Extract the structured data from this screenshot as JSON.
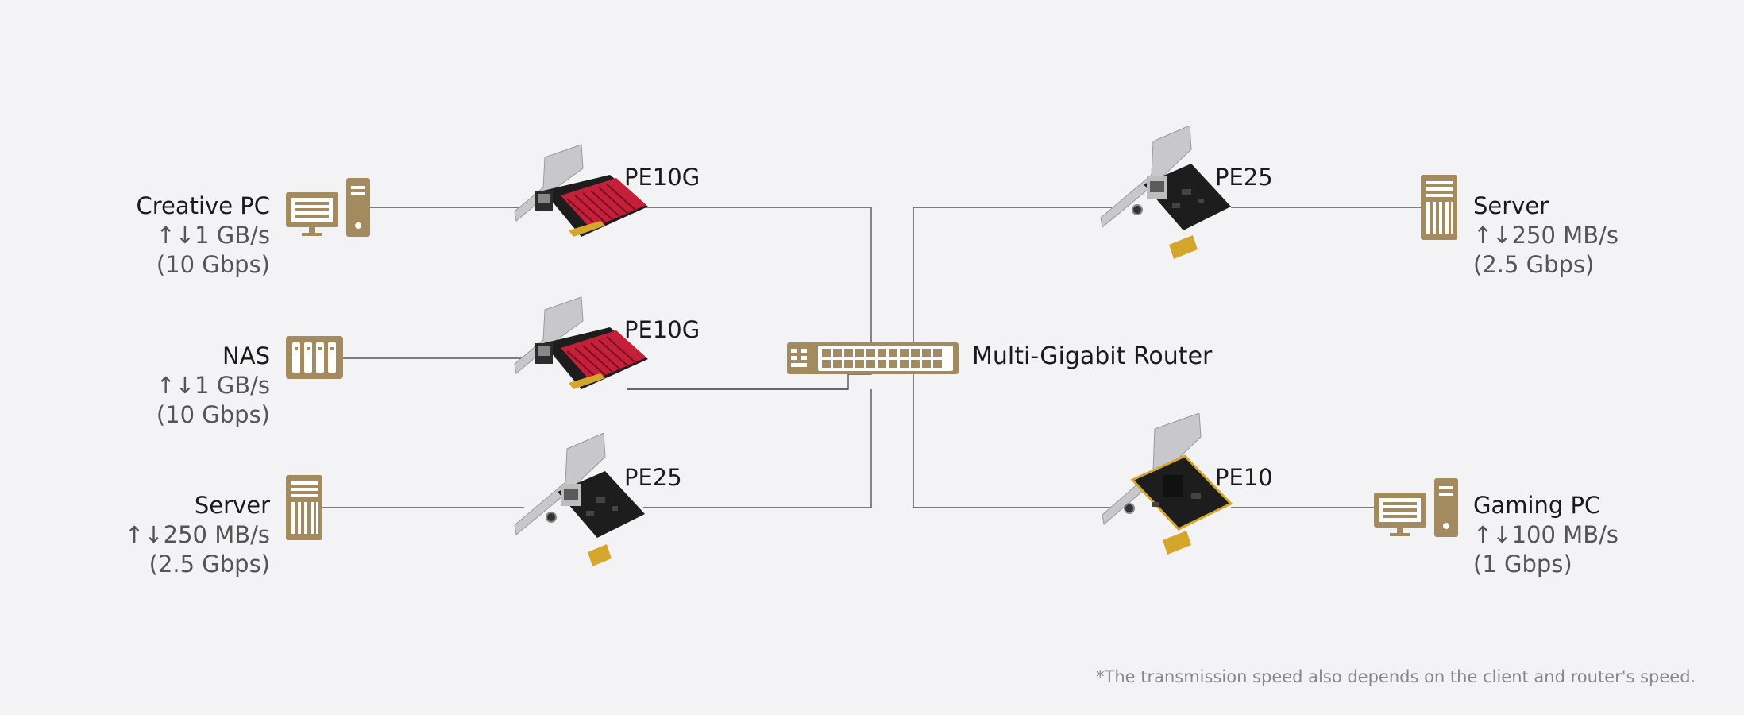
{
  "router": {
    "label": "Multi-Gigabit Router"
  },
  "cards": [
    {
      "id": "c1",
      "label": "PE10G"
    },
    {
      "id": "c2",
      "label": "PE10G"
    },
    {
      "id": "c3",
      "label": "PE25"
    },
    {
      "id": "c4",
      "label": "PE25"
    },
    {
      "id": "c5",
      "label": "PE10"
    }
  ],
  "devices": [
    {
      "id": "d1",
      "name": "Creative PC",
      "speed": "↑↓1 GB/s",
      "gbps": "(10 Gbps)",
      "icon": "desktop-pc-icon"
    },
    {
      "id": "d2",
      "name": "NAS",
      "speed": "↑↓1 GB/s",
      "gbps": "(10 Gbps)",
      "icon": "nas-icon"
    },
    {
      "id": "d3",
      "name": "Server",
      "speed": "↑↓250 MB/s",
      "gbps": "(2.5 Gbps)",
      "icon": "server-icon"
    },
    {
      "id": "d4",
      "name": "Server",
      "speed": "↑↓250 MB/s",
      "gbps": "(2.5 Gbps)",
      "icon": "server-icon"
    },
    {
      "id": "d5",
      "name": "Gaming PC",
      "speed": "↑↓100 MB/s",
      "gbps": "(1 Gbps)",
      "icon": "desktop-pc-icon"
    }
  ],
  "footnote": "*The transmission speed also depends on the client and router's speed.",
  "colors": {
    "accent": "#a48a5f",
    "line": "#555555",
    "card_red": "#c4203a",
    "pcb": "#1c1c1c"
  }
}
